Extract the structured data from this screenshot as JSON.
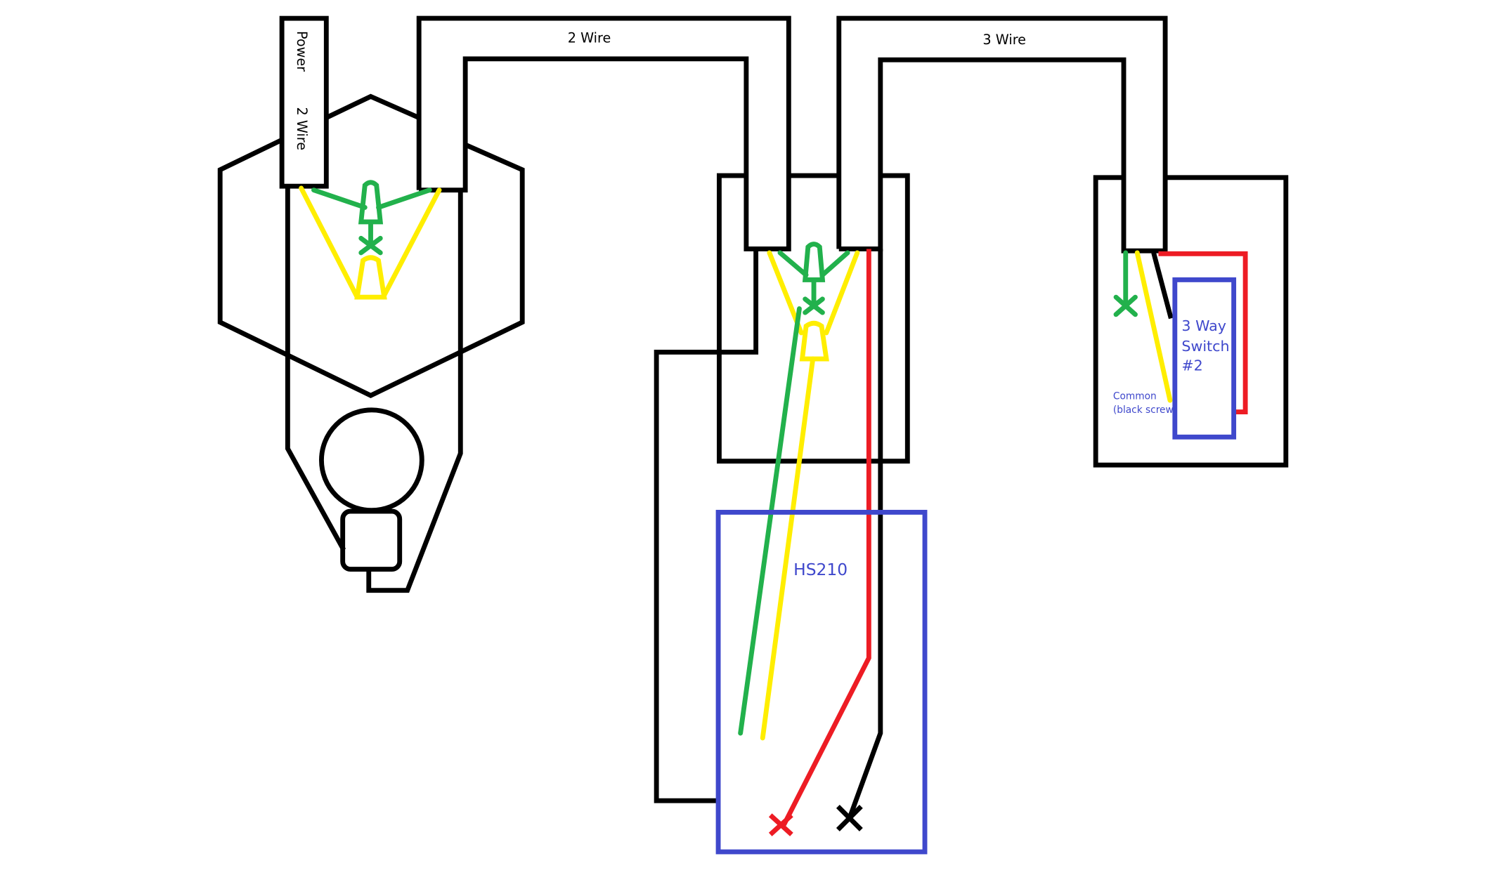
{
  "labels": {
    "power_cable_power": "Power",
    "power_cable_wire": "2 Wire",
    "conduit_left": "2 Wire",
    "conduit_right": "3 Wire",
    "device_hs210": "HS210",
    "switch_line1": "3 Way",
    "switch_line2": "Switch",
    "switch_line3": "#2",
    "common_line1": "Common",
    "common_line2": "(black screw"
  },
  "colors": {
    "ground": "#22b14c",
    "neutral": "#ffee00",
    "traveler": "#ed1c24",
    "hot": "#000000",
    "device": "#3f48cc"
  }
}
